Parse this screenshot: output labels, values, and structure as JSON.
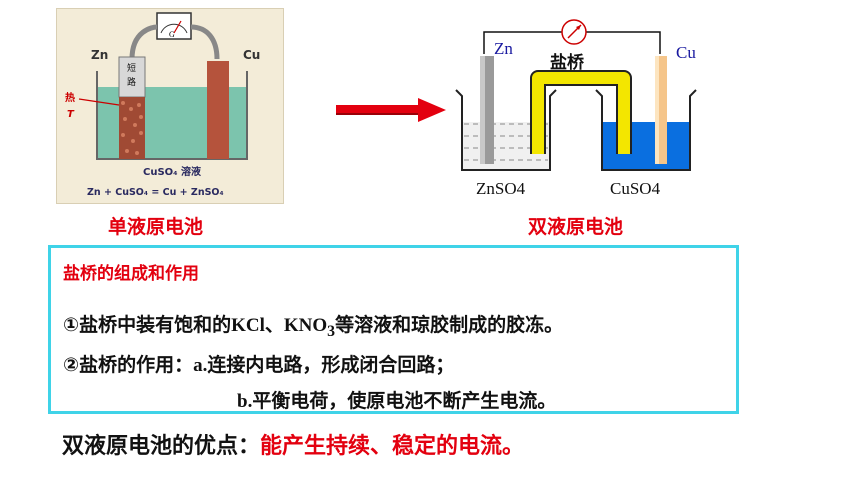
{
  "single_cell": {
    "label_zn": "Zn",
    "label_cu": "Cu",
    "meter_label": "G",
    "short_label_1": "短",
    "short_label_2": "路",
    "heat_label": "热",
    "t_label": "T",
    "solution_label": "CuSO₄ 溶液",
    "equation": "Zn + CuSO₄ = Cu + ZnSO₄",
    "caption": "单液原电池"
  },
  "double_cell": {
    "label_zn": "Zn",
    "label_cu": "Cu",
    "bridge_label": "盐桥",
    "left_solution": "ZnSO4",
    "right_solution": "CuSO4",
    "caption": "双液原电池"
  },
  "info_box": {
    "title": "盐桥的组成和作用",
    "line1_a": "①盐桥中装有饱和的",
    "line1_kcl": "KCl",
    "line1_sep": "、",
    "line1_kno": "KNO",
    "line1_sub": "3",
    "line1_b": "等溶液和琼胶制成的胶冻。",
    "line2_a": "②盐桥的作用：",
    "line2_b": "a.",
    "line2_c": "连接内电路，形成闭合回路；",
    "line3_a": "b.",
    "line3_b": "平衡电荷，使原电池不断产生电流。"
  },
  "bottom": {
    "prefix": "双液原电池的优点：",
    "highlight": "能产生持续、稳定的电流。"
  },
  "colors": {
    "accent_red": "#e3000f",
    "box_border": "#3fd3e8",
    "bridge_yellow": "#f3e600",
    "cuso4_blue": "#0a6fe0"
  }
}
